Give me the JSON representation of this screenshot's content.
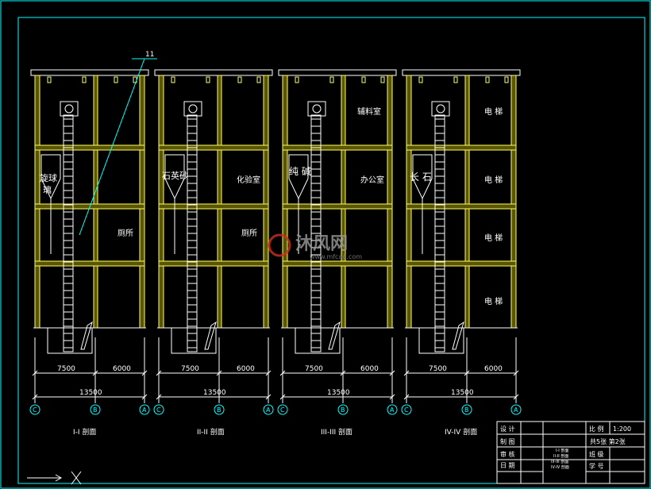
{
  "leader_label": "11",
  "dimensions": {
    "left": "7500",
    "right": "6000",
    "total": "13500"
  },
  "axis_labels": [
    "C",
    "B",
    "A"
  ],
  "sections": [
    {
      "title": "I-I 剖面",
      "labels": [
        "旋球",
        "璃",
        "厕所"
      ]
    },
    {
      "title": "II-II 剖面",
      "labels": [
        "石英砂",
        "化验室",
        "厕所"
      ]
    },
    {
      "title": "III-III 剖面",
      "labels": [
        "辅料室",
        "纯 碱",
        "办公室"
      ]
    },
    {
      "title": "IV-IV 剖面",
      "labels": [
        "电 梯",
        "长 石",
        "电 梯",
        "电 梯",
        "电 梯"
      ]
    }
  ],
  "watermark": {
    "brand": "沐风网",
    "url": "www.mfcad.com"
  },
  "title_block": {
    "design": "设 计",
    "draw": "制 图",
    "review": "审 核",
    "date": "日 期",
    "scale_label": "比 例",
    "scale_value": "1:200",
    "sheets": "共5张 第2张",
    "class_label": "班 级",
    "student_no": "学 号",
    "drawing_names": [
      "I-I 剖面",
      "II-II 剖面",
      "III-III 剖面",
      "IV-IV 剖面"
    ]
  },
  "colors": {
    "frame": "#00ffff",
    "wall": "#ffff66",
    "text": "#ffffff",
    "background": "#000000"
  }
}
